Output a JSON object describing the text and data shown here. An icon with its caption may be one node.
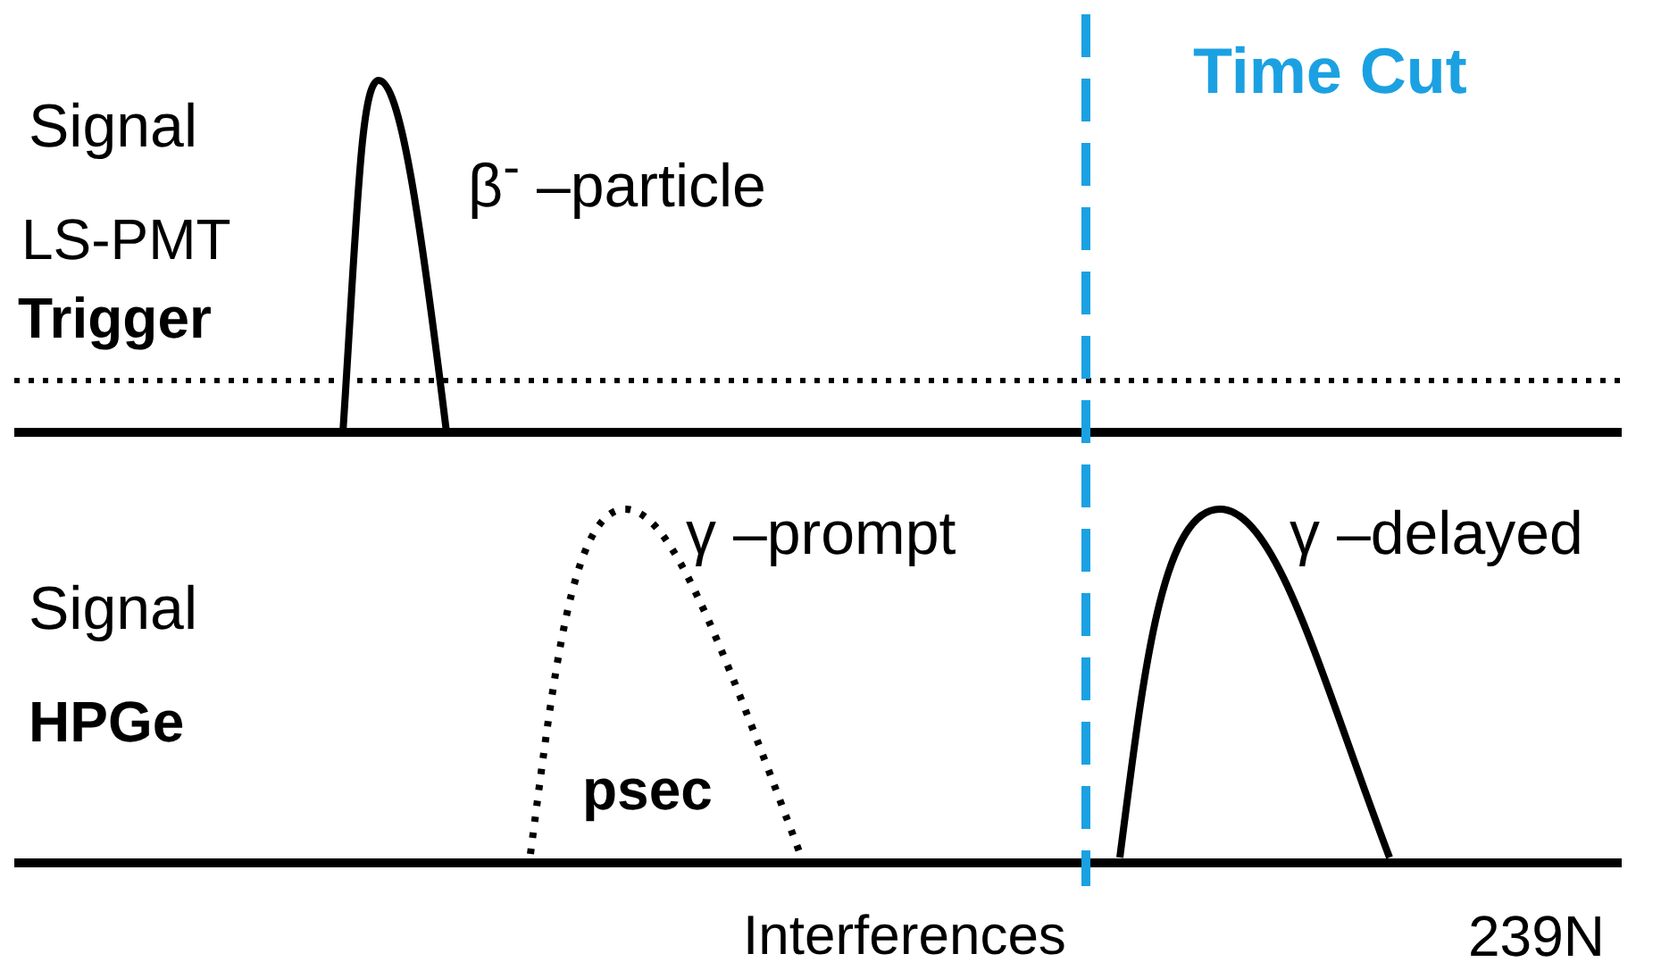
{
  "diagram": {
    "labels": [
      "Time Cut",
      "Signal",
      "LS-PMT",
      "Trigger",
      "β$^{-}$ –particle",
      "γ –prompt",
      "γ –delayed",
      "Signal",
      "HPGe",
      "psec",
      "Interferences",
      "239N"
    ]
  }
}
